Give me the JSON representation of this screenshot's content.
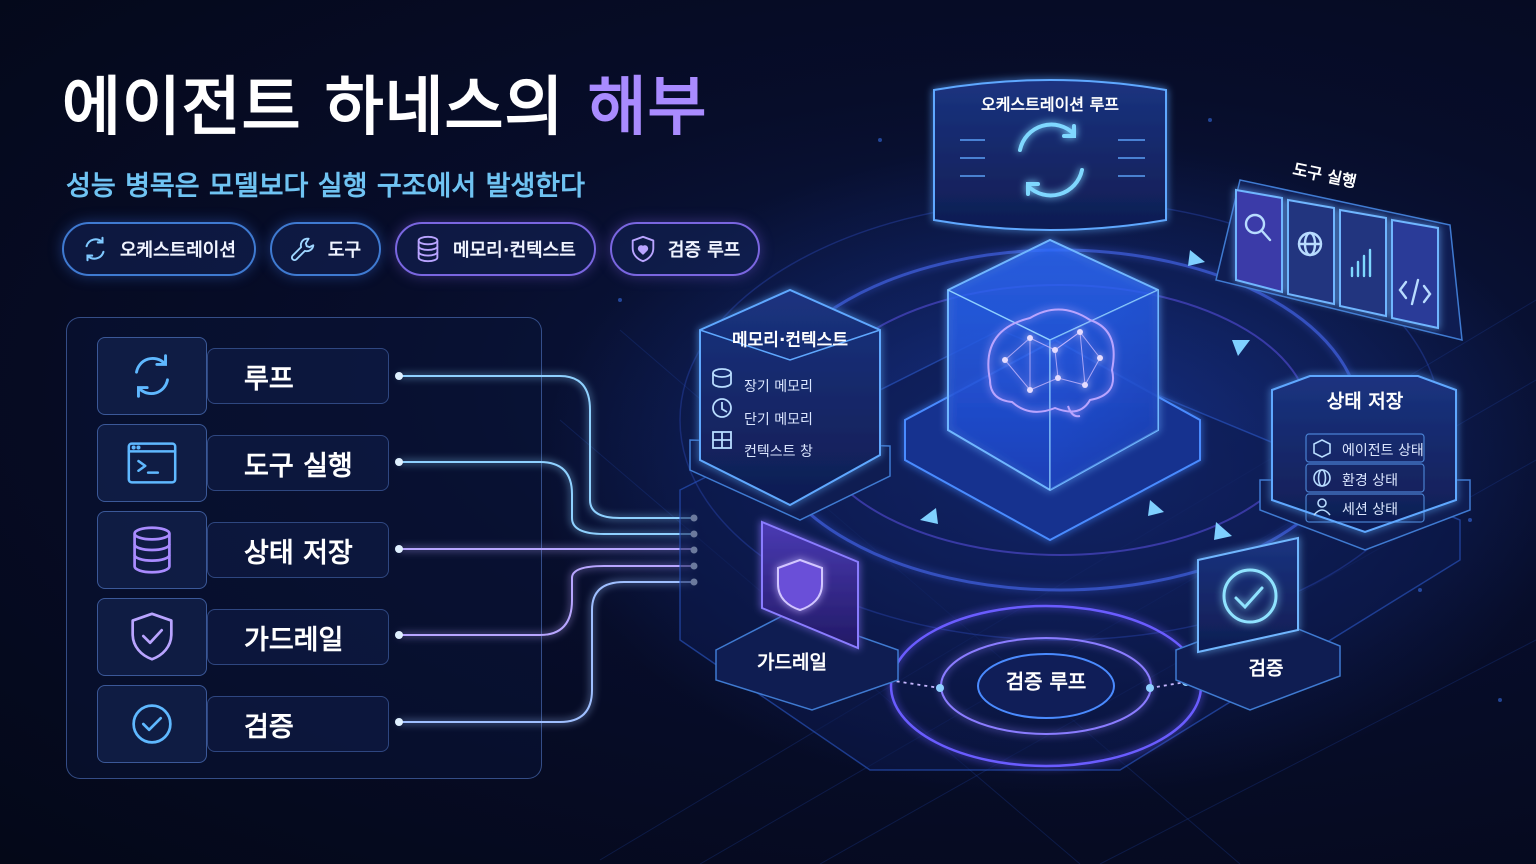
{
  "title": {
    "main": "에이전트 하네스의",
    "accent": "해부"
  },
  "subtitle": "성능 병목은 모델보다 실행 구조에서 발생한다",
  "tags": [
    {
      "label": "오케스트레이션",
      "icon": "refresh-icon"
    },
    {
      "label": "도구",
      "icon": "wrench-icon"
    },
    {
      "label": "메모리·컨텍스트",
      "icon": "database-icon"
    },
    {
      "label": "검증 루프",
      "icon": "shield-heart-icon"
    }
  ],
  "components": [
    {
      "label": "루프",
      "icon": "refresh-icon"
    },
    {
      "label": "도구 실행",
      "icon": "terminal-icon"
    },
    {
      "label": "상태 저장",
      "icon": "database-icon"
    },
    {
      "label": "가드레일",
      "icon": "shield-check-icon"
    },
    {
      "label": "검증",
      "icon": "check-circle-icon"
    }
  ],
  "diagram": {
    "orchestration_loop": "오케스트레이션 루프",
    "tool_execution": "도구 실행",
    "memory_context": {
      "title": "메모리·컨텍스트",
      "items": [
        "장기 메모리",
        "단기 메모리",
        "컨텍스트 창"
      ]
    },
    "state_store": {
      "title": "상태 저장",
      "items": [
        "에이전트 상태",
        "환경 상태",
        "세션 상태"
      ]
    },
    "guardrail": "가드레일",
    "verification_loop": "검증 루프",
    "verification": "검증"
  },
  "colors": {
    "background": "#070d2a",
    "accent_blue": "#4aa8ff",
    "accent_cyan": "#6fc3f2",
    "accent_purple": "#a98bff",
    "text": "#ffffff"
  }
}
